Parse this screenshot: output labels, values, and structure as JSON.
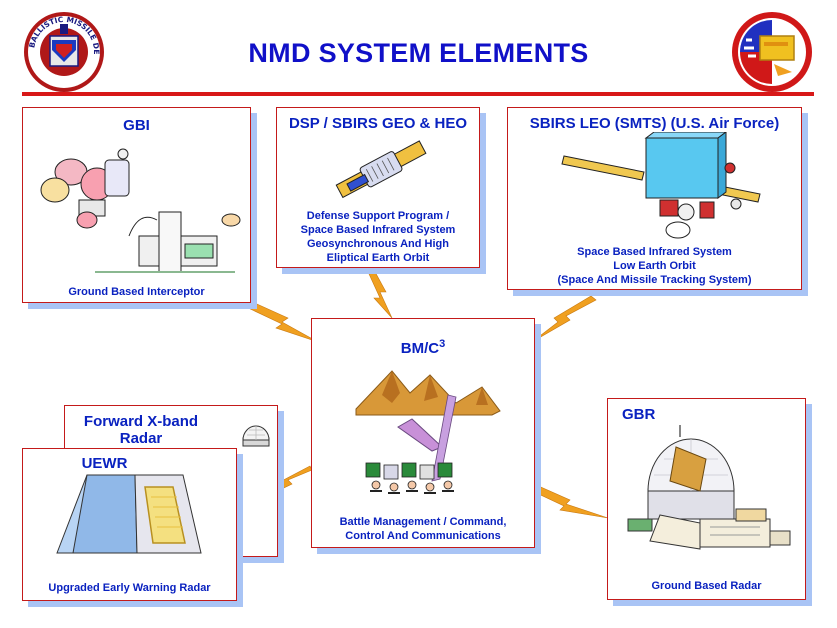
{
  "title": "NMD SYSTEM ELEMENTS",
  "colors": {
    "title": "#1010c8",
    "text": "#0a22c0",
    "border": "#c41a1a",
    "shadow": "#a9c4f5",
    "arrow": "#f0a020",
    "rule": "#d81818"
  },
  "logos": {
    "left": {
      "ring_text": "BALLISTIC MISSILE DEFENSE",
      "icon": "bmd-seal-icon"
    },
    "right": {
      "icon": "nmd-program-patch-icon"
    }
  },
  "gbi": {
    "title": "GBI",
    "caption": "Ground Based Interceptor",
    "icon": "interceptor-illustration"
  },
  "dsp": {
    "title": "DSP / SBIRS GEO & HEO",
    "caption_lines": [
      "Defense Support Program /",
      "Space Based Infrared System",
      "Geosynchronous And High",
      "Eliptical Earth Orbit"
    ],
    "icon": "satellite-illustration"
  },
  "sbirs_leo": {
    "title": "SBIRS LEO (SMTS) (U.S. Air Force)",
    "caption_lines": [
      "Space Based Infrared System",
      "Low Earth Orbit",
      "(Space And Missile Tracking System)"
    ],
    "icon": "leo-satellite-illustration"
  },
  "bmc3": {
    "title": "BM/C",
    "title_sup": "3",
    "caption_lines": [
      "Battle Management / Command,",
      "Control And Communications"
    ],
    "icon": "mountain-command-illustration"
  },
  "fxr": {
    "title_lines": [
      "Forward X-band",
      "Radar"
    ],
    "icon": "radome-icon"
  },
  "uewr": {
    "title": "UEWR",
    "caption": "Upgraded Early Warning Radar",
    "icon": "early-warning-radar-illustration"
  },
  "gbr": {
    "title": "GBR",
    "caption": "Ground Based Radar",
    "icon": "ground-radar-illustration"
  }
}
